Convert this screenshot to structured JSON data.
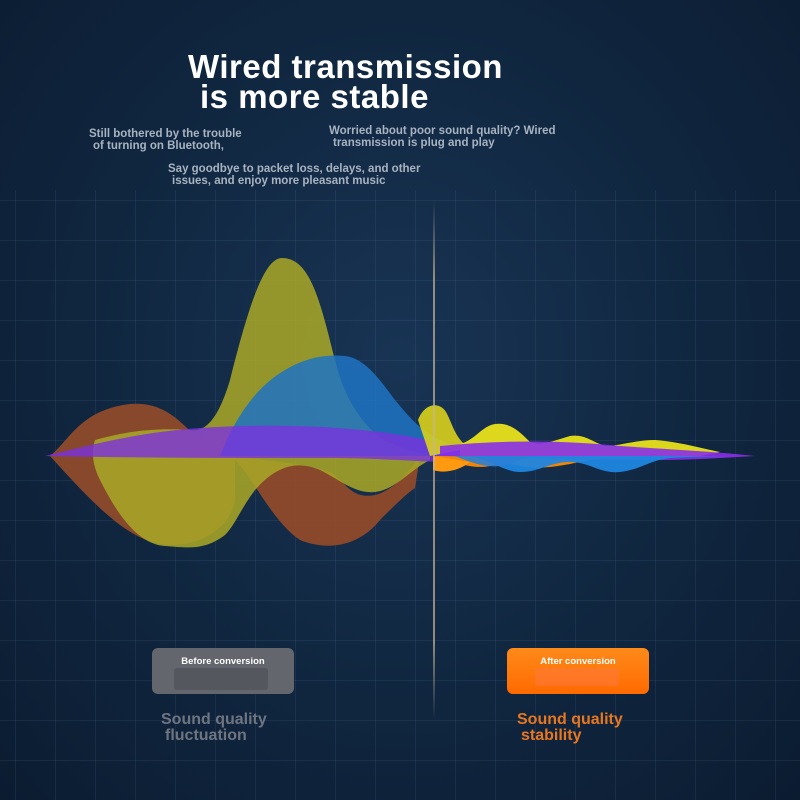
{
  "headline": {
    "line1": "Wired transmission",
    "line2": "is more stable"
  },
  "subtexts": {
    "left": {
      "line1": "Still bothered by the trouble",
      "line2": "of turning on Bluetooth,"
    },
    "right": {
      "line1": "Worried about poor sound quality? Wired",
      "line2": "transmission is plug and play"
    },
    "center": {
      "line1": "Say goodbye to packet loss, delays, and other",
      "line2": "issues, and enjoy more pleasant music"
    }
  },
  "badges": {
    "before": {
      "label": "Before conversion",
      "color": "#63676d"
    },
    "after": {
      "label": "After conversion",
      "color": "#ff7a0a"
    }
  },
  "captions": {
    "before": {
      "line1": "Sound quality",
      "line2": "fluctuation",
      "color": "#6e7580"
    },
    "after": {
      "line1": "Sound quality",
      "line2": "stability",
      "color": "#e8771e"
    }
  },
  "colors": {
    "background": "#12283f",
    "wave_yellow": "#a9a722",
    "wave_brown": "#93472b",
    "wave_blue": "#1f74c4",
    "wave_purple": "#7a2fe0",
    "wave_orange": "#ff8a00",
    "wave_bright_yellow": "#e8e01a"
  }
}
